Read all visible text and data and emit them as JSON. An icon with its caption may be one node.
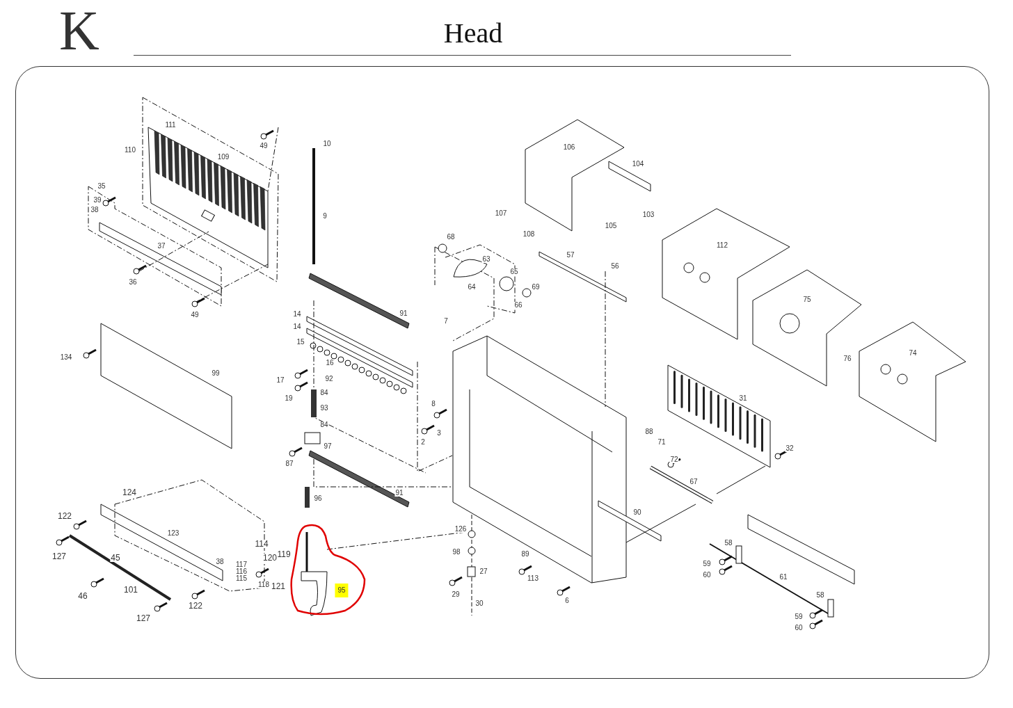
{
  "diagram": {
    "title": "Head",
    "labels": [
      "K",
      "111",
      "49",
      "110",
      "109",
      "10",
      "106",
      "104",
      "35",
      "39",
      "38",
      "9",
      "107",
      "103",
      "105",
      "108",
      "68",
      "112",
      "37",
      "57",
      "63",
      "56",
      "65",
      "36",
      "64",
      "69",
      "75",
      "66",
      "49",
      "14",
      "91",
      "7",
      "14",
      "15",
      "74",
      "134",
      "16",
      "76",
      "99",
      "17",
      "92",
      "31",
      "19",
      "84",
      "8",
      "93",
      "84",
      "3",
      "2",
      "88",
      "71",
      "97",
      "32",
      "72",
      "87",
      "67",
      "124",
      "91",
      "96",
      "90",
      "122",
      "123",
      "126",
      "114",
      "58",
      "98",
      "119",
      "120",
      "89",
      "45",
      "127",
      "38",
      "117",
      "59",
      "116",
      "27",
      "60",
      "113",
      "61",
      "115",
      "118",
      "121",
      "95",
      "101",
      "29",
      "46",
      "58",
      "6",
      "30",
      "122",
      "127",
      "59",
      "60"
    ]
  }
}
